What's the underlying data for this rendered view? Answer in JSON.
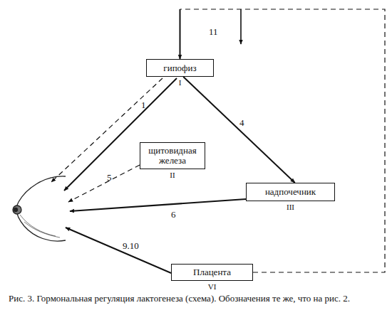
{
  "diagram": {
    "caption": "Рис. 3. Гормональная регуляция лактогенеза (схема). Обозначения те же, что на рис. 2.",
    "nodes": [
      {
        "text": [
          "гипофиз",
          "I"
        ]
      },
      {
        "text": [
          "щитовидная железа",
          "II"
        ]
      },
      {
        "text": [
          "надпочечник",
          "III"
        ]
      },
      {
        "text": [
          "Плацента",
          "VI"
        ]
      }
    ],
    "edges": [
      {
        "from": 0,
        "to": 2,
        "arrow": "to",
        "label": "4"
      },
      {
        "from": 3,
        "to": 0,
        "arrow": "to",
        "label": "11"
      }
    ],
    "labels": [
      "1",
      "5",
      "6",
      "9.10"
    ]
  }
}
